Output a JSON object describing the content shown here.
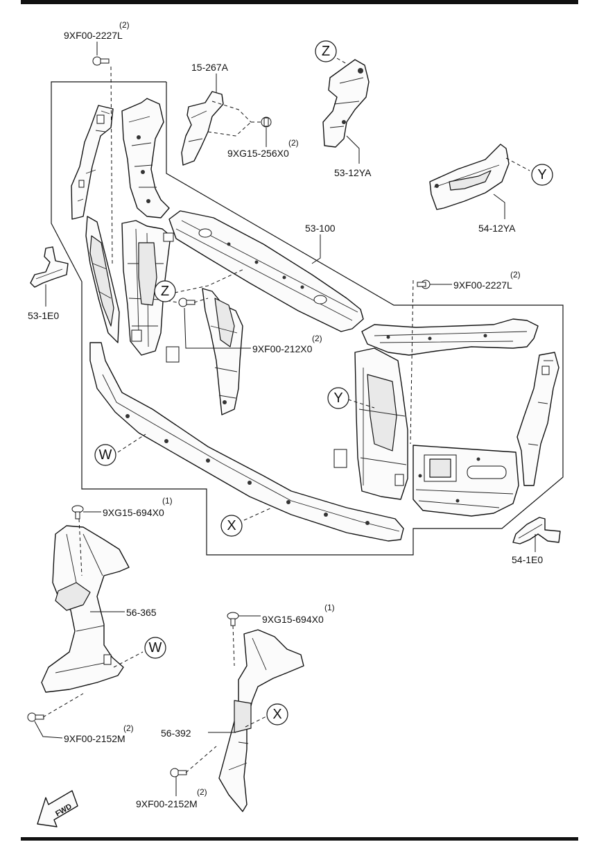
{
  "parts": {
    "p_9xf00_2227l_top": {
      "code": "9XF00-2227L",
      "qty": "(2)"
    },
    "p_15_267a": {
      "code": "15-267A"
    },
    "p_9xg15_256x0": {
      "code": "9XG15-256X0",
      "qty": "(2)"
    },
    "p_53_12ya": {
      "code": "53-12YA"
    },
    "p_54_12ya": {
      "code": "54-12YA"
    },
    "p_53_100": {
      "code": "53-100"
    },
    "p_9xf00_2227l_right": {
      "code": "9XF00-2227L",
      "qty": "(2)"
    },
    "p_53_1e0": {
      "code": "53-1E0"
    },
    "p_9xf00_212x0": {
      "code": "9XF00-212X0",
      "qty": "(2)"
    },
    "p_9xg15_694x0_left": {
      "code": "9XG15-694X0",
      "qty": "(1)"
    },
    "p_56_365": {
      "code": "56-365"
    },
    "p_54_1e0": {
      "code": "54-1E0"
    },
    "p_9xg15_694x0_mid": {
      "code": "9XG15-694X0",
      "qty": "(1)"
    },
    "p_56_392": {
      "code": "56-392"
    },
    "p_9xf00_2152m_left": {
      "code": "9XF00-2152M",
      "qty": "(2)"
    },
    "p_9xf00_2152m_mid": {
      "code": "9XF00-2152M",
      "qty": "(2)"
    }
  },
  "refs": {
    "z": "Z",
    "y": "Y",
    "w": "W",
    "x": "X"
  },
  "fwd": "FWD"
}
